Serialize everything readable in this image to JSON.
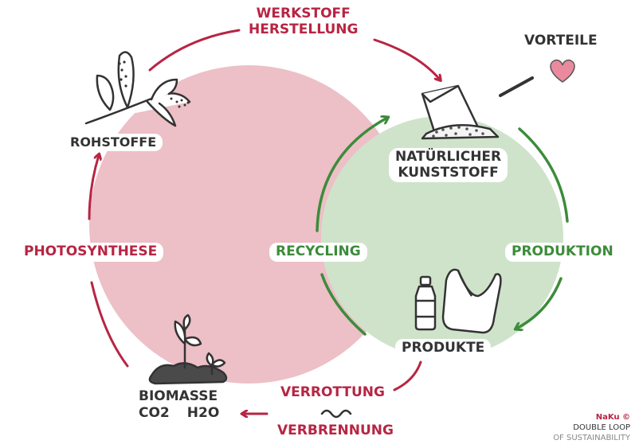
{
  "colors": {
    "pink_fill": "#edbfc7",
    "green_fill": "#cfe3cb",
    "red_accent": "#b72543",
    "green_accent": "#3c8c3a",
    "dark_text": "#333333",
    "heart": "#e98a9e"
  },
  "outer_cycle": {
    "werkstoff_line1": "WERKSTOFF",
    "werkstoff_line2": "HERSTELLUNG",
    "rohstoffe": "ROHSTOFFE",
    "photosynthese": "PHOTOSYNTHESE",
    "biomasse": "BIOMASSE",
    "co2": "CO2",
    "h2o": "H2O",
    "verrottung": "VERROTTUNG",
    "verbrennung": "VERBRENNUNG"
  },
  "inner_cycle": {
    "kunststoff_line1": "NATÜRLICHER",
    "kunststoff_line2": "KUNSTSTOFF",
    "recycling": "RECYCLING",
    "produktion": "PRODUKTION",
    "produkte": "PRODUKTE"
  },
  "vorteile": "VORTEILE",
  "credit": {
    "author": "NaKu ©",
    "line1": "DOUBLE LOOP",
    "line2": "OF SUSTAINABILITY"
  },
  "icons": [
    "corn-plant-icon",
    "sack-icon",
    "bottle-icon",
    "plastic-bag-icon",
    "seedling-icon",
    "heart-icon",
    "flame-wave-icon"
  ]
}
